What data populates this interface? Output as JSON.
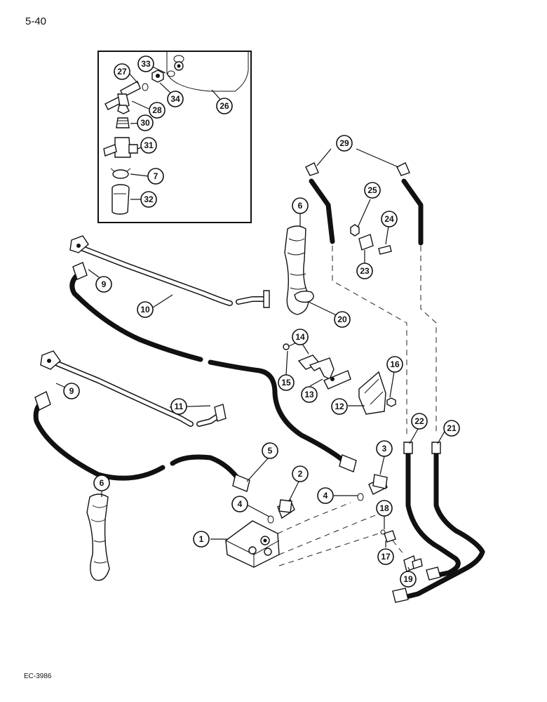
{
  "page_number": "5-40",
  "reference_code": "EC-3986",
  "callouts": {
    "c1": "1",
    "c2": "2",
    "c3": "3",
    "c4a": "4",
    "c4b": "4",
    "c5": "5",
    "c6a": "6",
    "c6b": "6",
    "c7": "7",
    "c9a": "9",
    "c9b": "9",
    "c10": "10",
    "c11": "11",
    "c12": "12",
    "c13": "13",
    "c14": "14",
    "c15": "15",
    "c16": "16",
    "c17": "17",
    "c18": "18",
    "c19": "19",
    "c20": "20",
    "c21": "21",
    "c22": "22",
    "c23": "23",
    "c24": "24",
    "c25": "25",
    "c26": "26",
    "c27": "27",
    "c28": "28",
    "c29": "29",
    "c30": "30",
    "c31": "31",
    "c32": "32",
    "c33": "33",
    "c34": "34"
  }
}
